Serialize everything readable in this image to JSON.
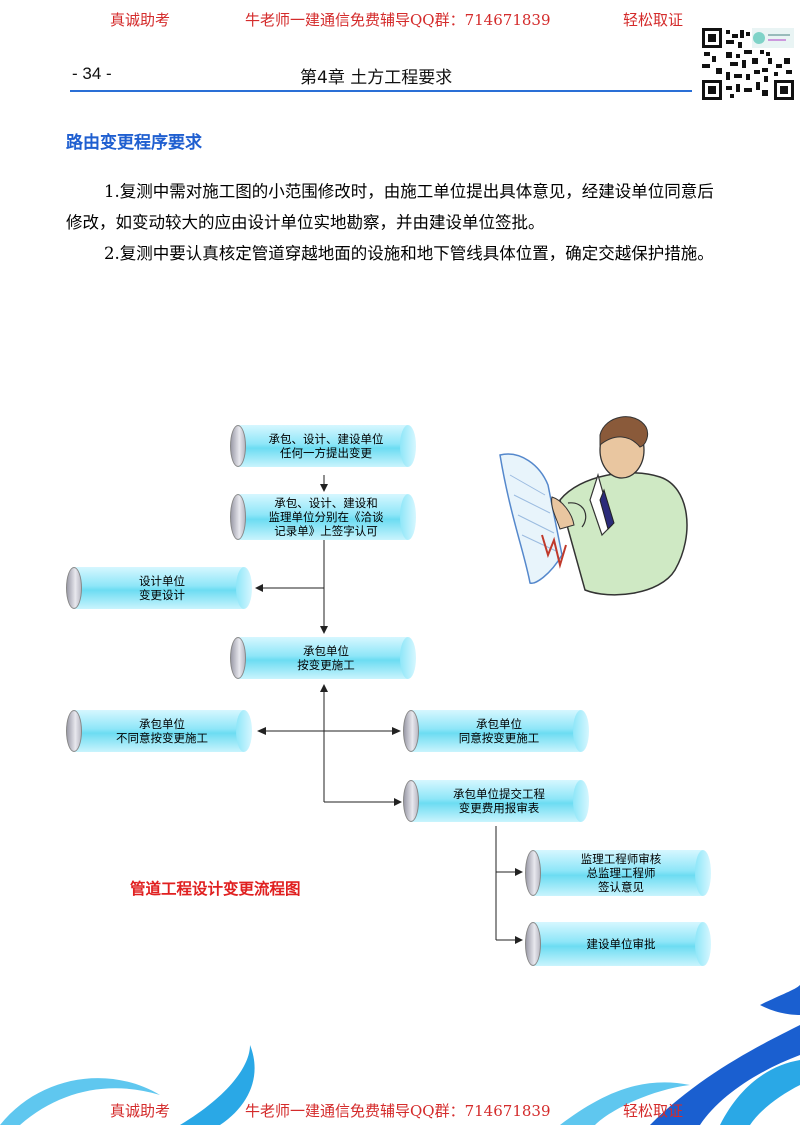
{
  "ads": {
    "left": "真诚助考",
    "center": "牛老师一建通信免费辅导QQ群：714671839",
    "right": "轻松取证"
  },
  "header": {
    "page_number": "- 34 -",
    "chapter": "第4章  土方工程要求"
  },
  "section_title": "路由变更程序要求",
  "paragraphs": [
    "1.复测中需对施工图的小范围修改时，由施工单位提出具体意见，经建设单位同意后修改，如变动较大的应由设计单位实地勘察，并由建设单位签批。",
    "2.复测中要认真核定管道穿越地面的设施和地下管线具体位置，确定交越保护措施。"
  ],
  "flowchart": {
    "nodes": {
      "propose": [
        "承包、设计、建设单位",
        "任何一方提出变更"
      ],
      "sign": [
        "承包、设计、建设和",
        "监理单位分别在《洽谈",
        "记录单》上签字认可"
      ],
      "design": [
        "设计单位",
        "变更设计"
      ],
      "construct": [
        "承包单位",
        "按变更施工"
      ],
      "disagree": [
        "承包单位",
        "不同意按变更施工"
      ],
      "agree": [
        "承包单位",
        "同意按变更施工"
      ],
      "submit": [
        "承包单位提交工程",
        "变更费用报审表"
      ],
      "review": [
        "监理工程师审核",
        "总监理工程师",
        "签认意见"
      ],
      "approve": [
        "建设单位审批"
      ]
    },
    "caption": "管道工程设计变更流程图"
  },
  "colors": {
    "accent": "#1f5fd0",
    "ad_red": "#d42b2b",
    "caption_red": "#e02020"
  }
}
